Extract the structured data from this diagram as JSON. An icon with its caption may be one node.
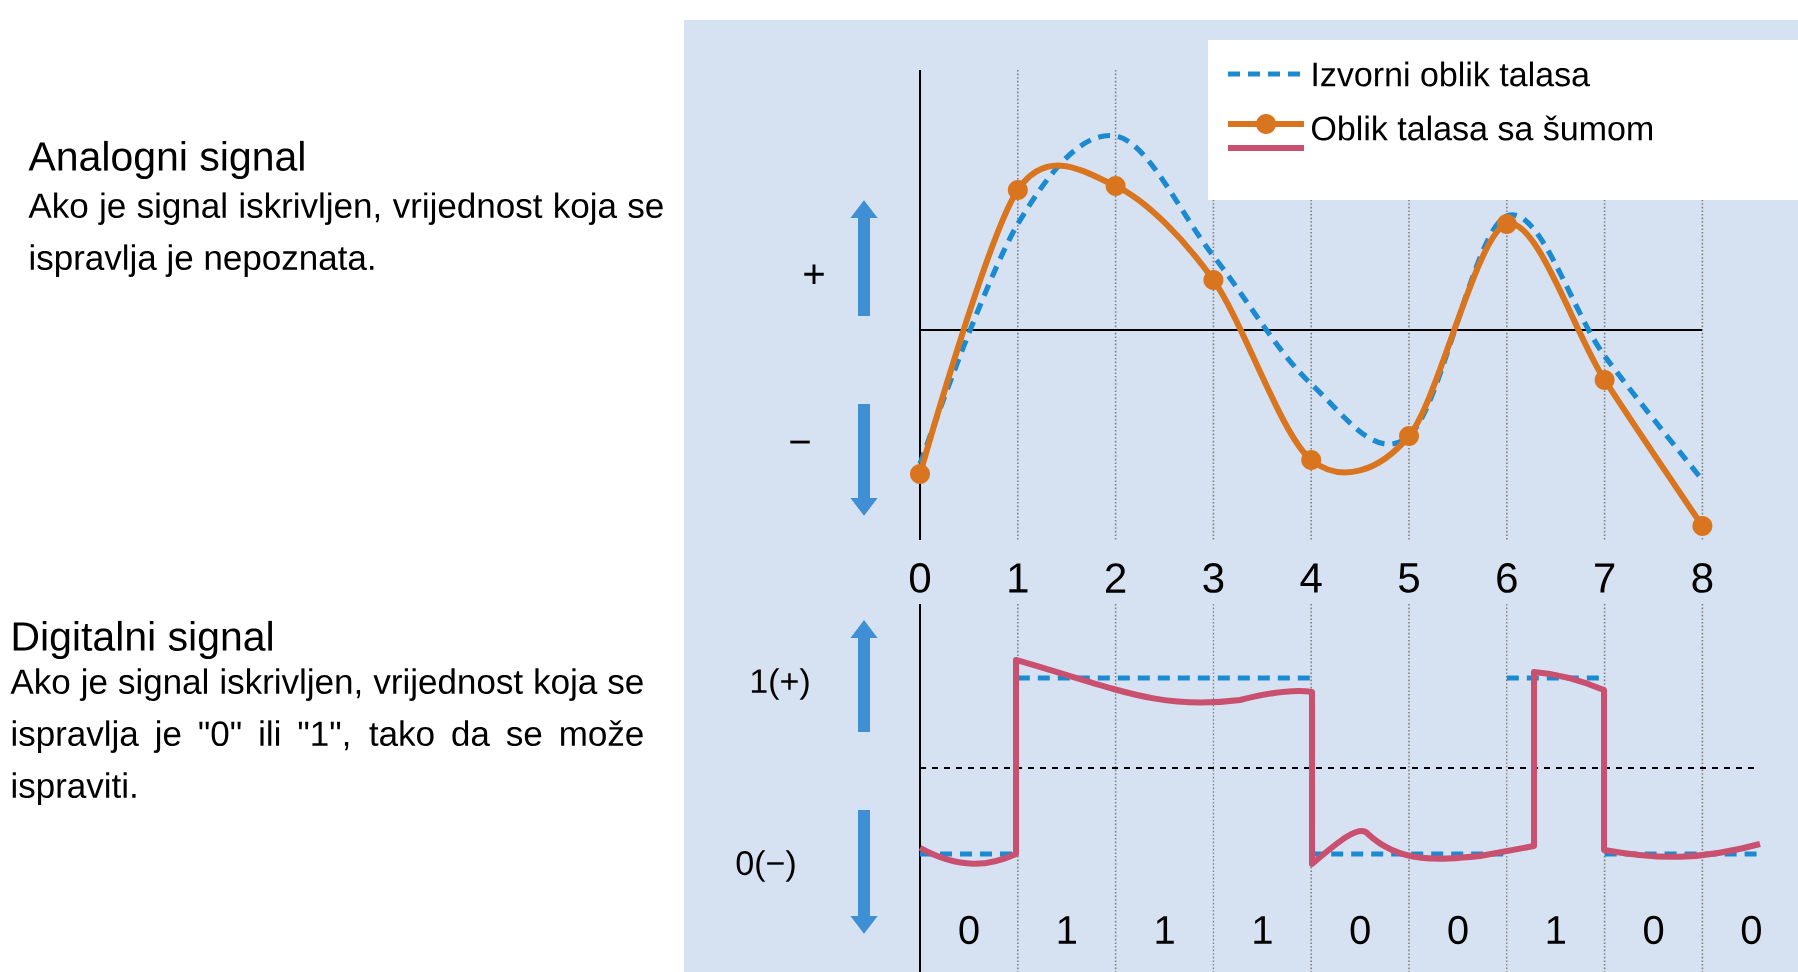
{
  "diagram": {
    "labels": [
      "Analogni signal",
      "Ako je signal iskrivljen, vrijednost koja se ispravlja je nepoznata.",
      "+",
      "−",
      "0",
      "1",
      "2",
      "3",
      "4",
      "5",
      "6",
      "7",
      "8",
      "Digitalni signal",
      "Ako je signal iskrivljen, vrijednost koja se ispravlja je \"0\" ili \"1\", tako da se može ispraviti.",
      "1(+)",
      "0(−)",
      "0",
      "1",
      "1",
      "1",
      "0",
      "0",
      "1",
      "0",
      "0"
    ],
    "legend": [
      {
        "text": "Izvorni oblik talasa"
      },
      {
        "text": "Oblik talasa sa šumom"
      }
    ]
  }
}
